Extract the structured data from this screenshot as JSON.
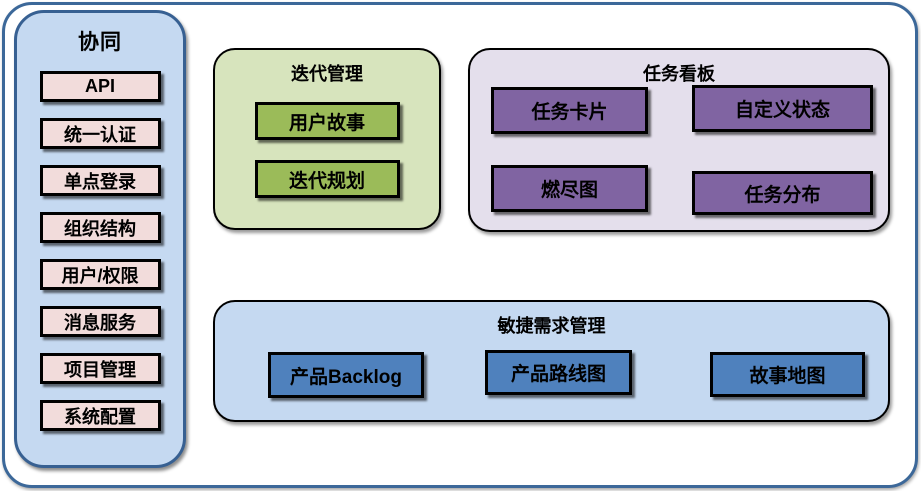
{
  "sidebar": {
    "title": "协同",
    "items": [
      "API",
      "统一认证",
      "单点登录",
      "组织结构",
      "用户/权限",
      "消息服务",
      "项目管理",
      "系统配置"
    ]
  },
  "iteration": {
    "title": "迭代管理",
    "items": [
      "用户故事",
      "迭代规划"
    ]
  },
  "kanban": {
    "title": "任务看板",
    "items": [
      "任务卡片",
      "自定义状态",
      "燃尽图",
      "任务分布"
    ]
  },
  "agile": {
    "title": "敏捷需求管理",
    "items": [
      "产品Backlog",
      "产品路线图",
      "故事地图"
    ]
  },
  "colors": {
    "outer_border": "#3C6899",
    "sidebar_fill": "#C5D9F1",
    "sidebar_border": "#376092",
    "sidebar_item_fill": "#F2DCDB",
    "iteration_fill": "#D7E4BD",
    "iteration_item_fill": "#9BBB59",
    "kanban_fill": "#E4DFEC",
    "kanban_item_fill": "#8064A2",
    "agile_fill": "#C5D9F1",
    "agile_item_fill": "#4F81BD",
    "item_border": "#000000",
    "text": "#000000"
  }
}
